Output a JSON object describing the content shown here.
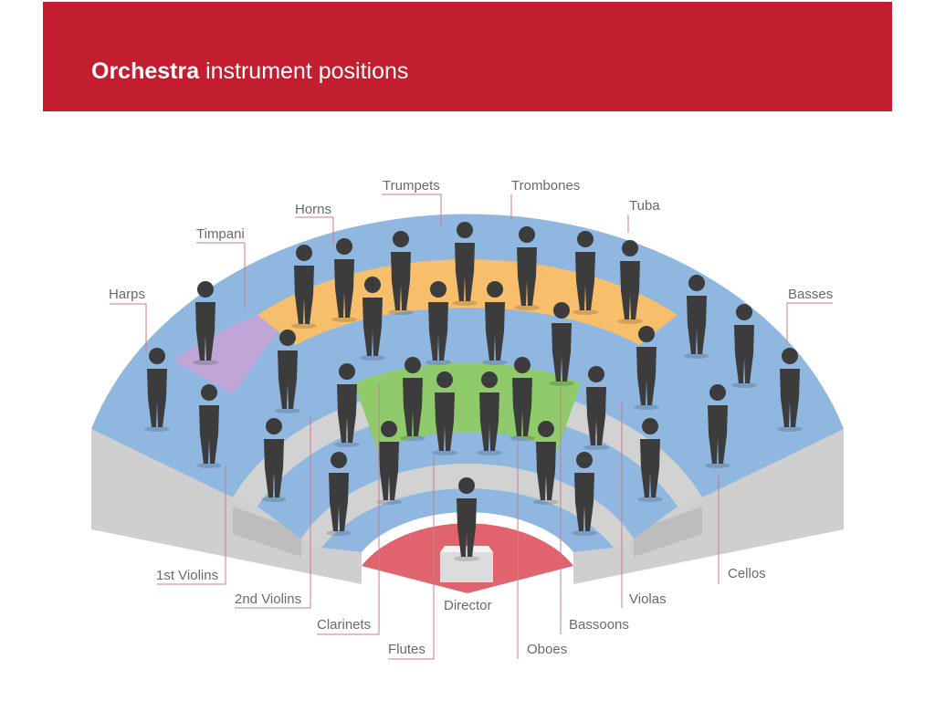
{
  "header": {
    "title_bold": "Orchestra",
    "title_rest": " instrument positions",
    "color": "#c21e2f"
  },
  "colors": {
    "brass": "#f7bf6b",
    "woodwinds": "#8fcb6a",
    "strings": "#8fb7e0",
    "percussion": "#bfa6d6",
    "director": "#e0636e",
    "stage_side": "#cfcfcf",
    "figure": "#3c3c3c",
    "leader": "#c97d86"
  },
  "labels": {
    "harps": "Harps",
    "timpani": "Timpani",
    "horns": "Horns",
    "trumpets": "Trumpets",
    "trombones": "Trombones",
    "tuba": "Tuba",
    "basses": "Basses",
    "first_violins": "1st Violins",
    "second_violins": "2nd Violins",
    "clarinets": "Clarinets",
    "flutes": "Flutes",
    "director": "Director",
    "oboes": "Oboes",
    "bassoons": "Bassoons",
    "violas": "Violas",
    "cellos": "Cellos"
  }
}
